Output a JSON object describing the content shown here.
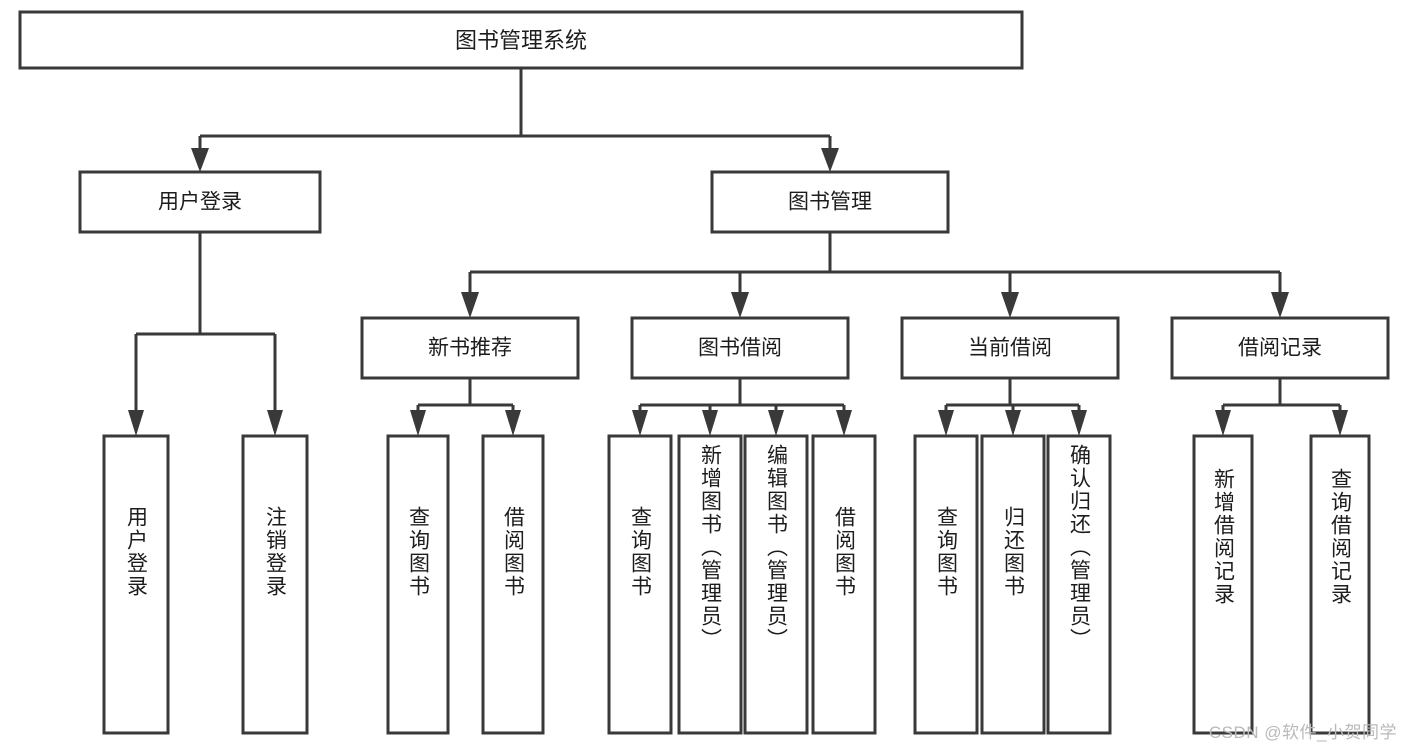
{
  "diagram": {
    "title": "图书管理系统",
    "type": "tree",
    "watermark": "CSDN @软件_小贺同学",
    "colors": {
      "stroke": "#393939",
      "fill": "#ffffff",
      "text": "#1d1d1d",
      "watermark": "#b9b9b9",
      "background": "#ffffff"
    },
    "levels": {
      "root": "图书管理系统",
      "level2": [
        "用户登录",
        "图书管理"
      ],
      "level3": [
        "新书推荐",
        "图书借阅",
        "当前借阅",
        "借阅记录"
      ]
    },
    "nodes": {
      "root": {
        "label": "图书管理系统"
      },
      "user_login": {
        "label": "用户登录"
      },
      "book_manage": {
        "label": "图书管理"
      },
      "new_book_rec": {
        "label": "新书推荐"
      },
      "book_borrow": {
        "label": "图书借阅"
      },
      "current_borrow": {
        "label": "当前借阅"
      },
      "borrow_record": {
        "label": "借阅记录"
      }
    },
    "leaves": {
      "user_login": [
        {
          "label": "用户登录"
        },
        {
          "label": "注销登录"
        }
      ],
      "new_book_rec": [
        {
          "label": "查询图书"
        },
        {
          "label": "借阅图书"
        }
      ],
      "book_borrow": [
        {
          "label": "查询图书"
        },
        {
          "label": "新增图书（管理员）"
        },
        {
          "label": "编辑图书（管理员）"
        },
        {
          "label": "借阅图书"
        }
      ],
      "current_borrow": [
        {
          "label": "查询图书"
        },
        {
          "label": "归还图书"
        },
        {
          "label": "确认归还（管理员）"
        }
      ],
      "borrow_record": [
        {
          "label": "新增借阅记录"
        },
        {
          "label": "查询借阅记录"
        }
      ]
    },
    "edges": [
      {
        "from": "图书管理系统",
        "to": "用户登录"
      },
      {
        "from": "图书管理系统",
        "to": "图书管理"
      },
      {
        "from": "图书管理",
        "to": "新书推荐"
      },
      {
        "from": "图书管理",
        "to": "图书借阅"
      },
      {
        "from": "图书管理",
        "to": "当前借阅"
      },
      {
        "from": "图书管理",
        "to": "借阅记录"
      },
      {
        "from": "用户登录",
        "to": "用户登录"
      },
      {
        "from": "用户登录",
        "to": "注销登录"
      },
      {
        "from": "新书推荐",
        "to": "查询图书"
      },
      {
        "from": "新书推荐",
        "to": "借阅图书"
      },
      {
        "from": "图书借阅",
        "to": "查询图书"
      },
      {
        "from": "图书借阅",
        "to": "新增图书（管理员）"
      },
      {
        "from": "图书借阅",
        "to": "编辑图书（管理员）"
      },
      {
        "from": "图书借阅",
        "to": "借阅图书"
      },
      {
        "from": "当前借阅",
        "to": "查询图书"
      },
      {
        "from": "当前借阅",
        "to": "归还图书"
      },
      {
        "from": "当前借阅",
        "to": "确认归还（管理员）"
      },
      {
        "from": "借阅记录",
        "to": "新增借阅记录"
      },
      {
        "from": "借阅记录",
        "to": "查询借阅记录"
      }
    ]
  }
}
